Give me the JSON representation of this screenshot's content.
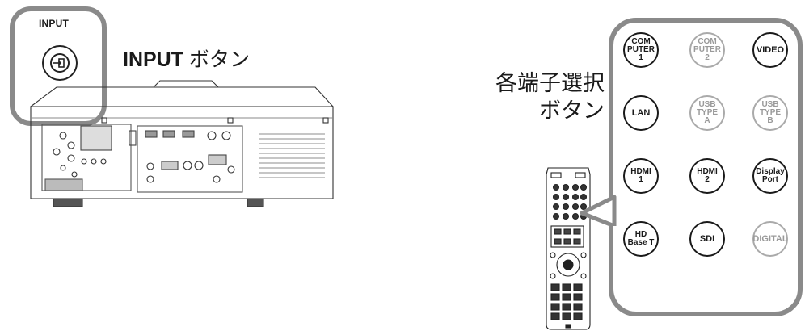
{
  "input_button": {
    "small_label": "INPUT",
    "caption_bold": "INPUT",
    "caption_rest": " ボタン"
  },
  "selector_caption": {
    "line1": "各端子選択",
    "line2": "ボタン"
  },
  "remote_buttons": [
    {
      "lines": [
        "COM",
        "PUTER",
        "1"
      ],
      "active": true
    },
    {
      "lines": [
        "COM",
        "PUTER",
        "2"
      ],
      "active": false
    },
    {
      "lines": [
        "VIDEO"
      ],
      "active": true
    },
    {
      "lines": [
        "LAN"
      ],
      "active": true
    },
    {
      "lines": [
        "USB",
        "TYPE",
        "A"
      ],
      "active": false
    },
    {
      "lines": [
        "USB",
        "TYPE",
        "B"
      ],
      "active": false
    },
    {
      "lines": [
        "HDMI",
        "1"
      ],
      "active": true
    },
    {
      "lines": [
        "HDMI",
        "2"
      ],
      "active": true
    },
    {
      "lines": [
        "Display",
        "Port"
      ],
      "active": true
    },
    {
      "lines": [
        "HD",
        "Base T"
      ],
      "active": true
    },
    {
      "lines": [
        "SDI"
      ],
      "active": true
    },
    {
      "lines": [
        "DIGITAL"
      ],
      "active": false
    }
  ],
  "colors": {
    "callout_border": "#8a8a8a",
    "active_button": "#1a1a1a",
    "inactive_button": "#9a9a9a"
  }
}
